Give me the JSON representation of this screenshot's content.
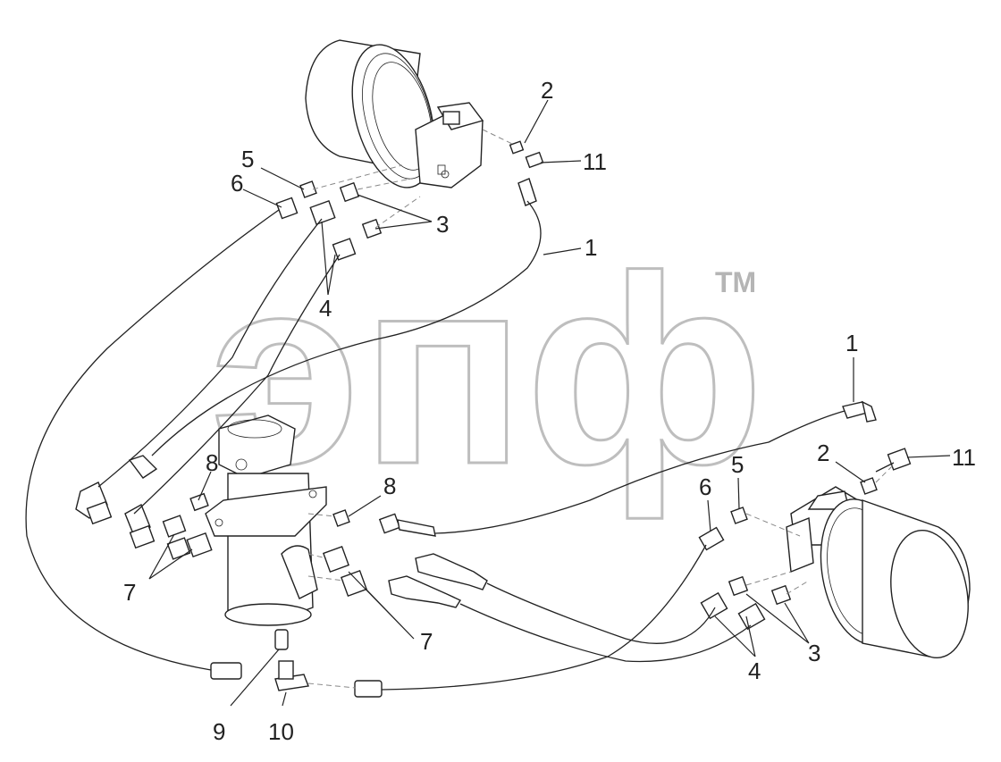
{
  "watermark": {
    "text": "эпф",
    "tm": "TM"
  },
  "callouts": [
    {
      "id": "c-2-top",
      "text": "2"
    },
    {
      "id": "c-11-top",
      "text": "11"
    },
    {
      "id": "c-5-left",
      "text": "5"
    },
    {
      "id": "c-6-left",
      "text": "6"
    },
    {
      "id": "c-3-top",
      "text": "3"
    },
    {
      "id": "c-1-top",
      "text": "1"
    },
    {
      "id": "c-4-top",
      "text": "4"
    },
    {
      "id": "c-8-left",
      "text": "8"
    },
    {
      "id": "c-8-mid",
      "text": "8"
    },
    {
      "id": "c-7-left",
      "text": "7"
    },
    {
      "id": "c-7-mid",
      "text": "7"
    },
    {
      "id": "c-9",
      "text": "9"
    },
    {
      "id": "c-10",
      "text": "10"
    },
    {
      "id": "c-1-right",
      "text": "1"
    },
    {
      "id": "c-2-right",
      "text": "2"
    },
    {
      "id": "c-11-right",
      "text": "11"
    },
    {
      "id": "c-6-right",
      "text": "6"
    },
    {
      "id": "c-5-right",
      "text": "5"
    },
    {
      "id": "c-4-right",
      "text": "4"
    },
    {
      "id": "c-3-right",
      "text": "3"
    }
  ]
}
